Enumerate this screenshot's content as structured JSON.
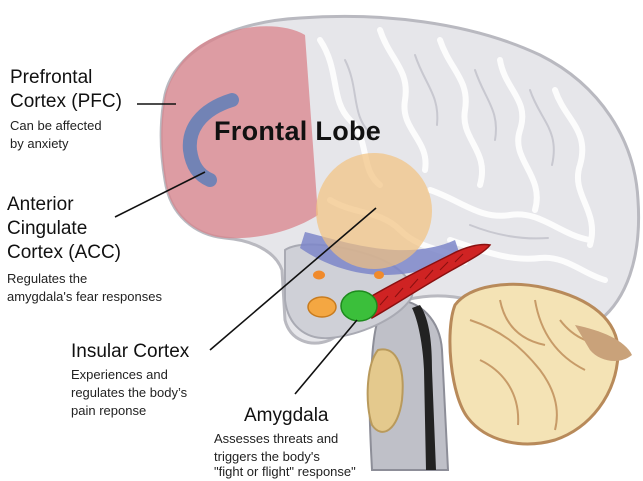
{
  "diagram": {
    "lobe_label": "Frontal Lobe",
    "regions": [
      {
        "id": "pfc",
        "title_lines": [
          "Prefrontal",
          "Cortex (PFC)"
        ],
        "description_lines": [
          "Can be affected",
          "by anxiety"
        ],
        "color": "#d9838b"
      },
      {
        "id": "acc",
        "title_lines": [
          "Anterior",
          "Cingulate",
          "Cortex (ACC)"
        ],
        "description_lines": [
          "Regulates the",
          "amygdala's fear responses"
        ],
        "color": "#5f7fb8"
      },
      {
        "id": "insular",
        "title_lines": [
          "Insular Cortex"
        ],
        "description_lines": [
          "Experiences and",
          "regulates the body’s",
          "pain reponse"
        ],
        "color": "#f2c27f"
      },
      {
        "id": "amygdala",
        "title_lines": [
          "Amygdala"
        ],
        "description_lines": [
          "Assesses threats and",
          "triggers the body's",
          "\"fight or flight\" response\""
        ],
        "color": "#3bbf3b"
      }
    ]
  }
}
